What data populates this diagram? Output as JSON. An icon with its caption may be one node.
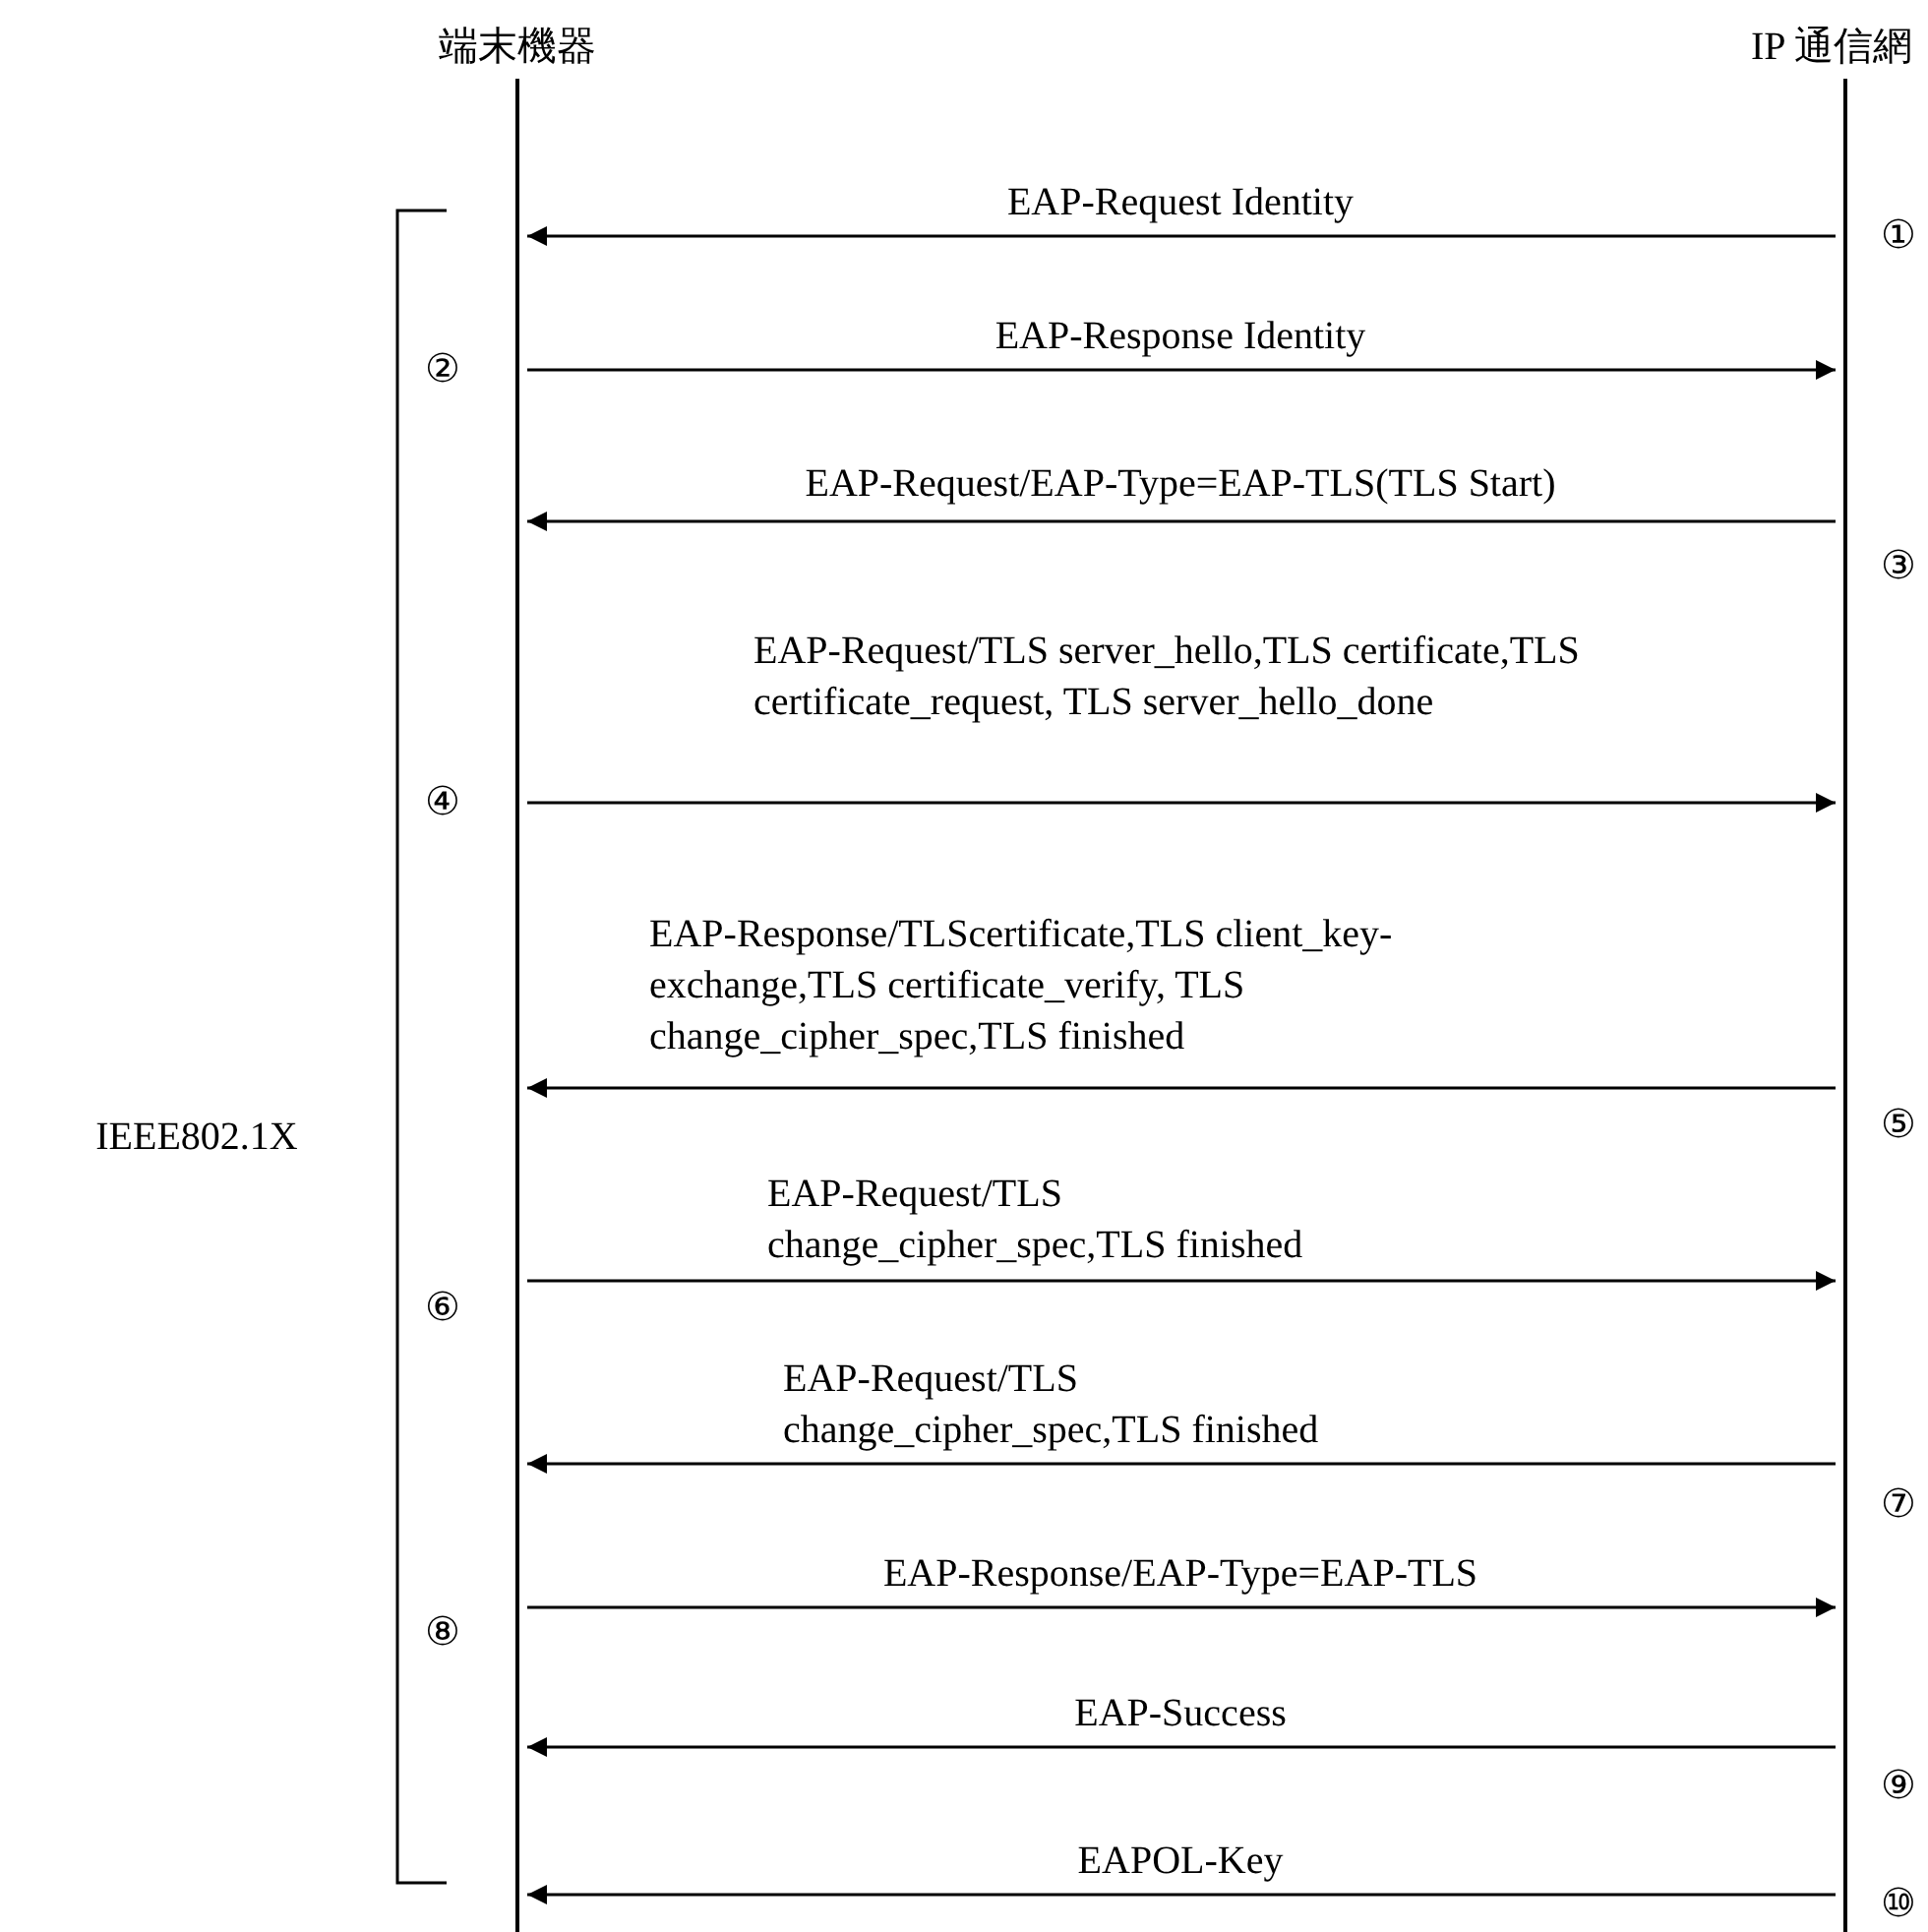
{
  "diagram": {
    "nodes": [
      {
        "text": [
          "端末機器"
        ]
      },
      {
        "text": [
          "IP 通信網"
        ]
      }
    ],
    "edges": [
      {
        "from": 1,
        "to": 0,
        "arrow": "to",
        "label": "EAP-Request Identity"
      },
      {
        "from": 0,
        "to": 1,
        "arrow": "to",
        "label": "EAP-Response Identity"
      },
      {
        "from": 1,
        "to": 0,
        "arrow": "to",
        "label": "EAP-Request/EAP-Type=EAP-TLS(TLS Start)"
      },
      {
        "from": 0,
        "to": 1,
        "arrow": "to",
        "label": "EAP-Request/TLS server_hello,TLS certificate,TLS certificate_request, TLS server_hello_done"
      },
      {
        "from": 1,
        "to": 0,
        "arrow": "to",
        "label": "EAP-Response/TLScertificate,TLS client_key-exchange,TLS certificate_verify, TLS change_cipher_spec,TLS finished"
      },
      {
        "from": 0,
        "to": 1,
        "arrow": "to",
        "label": "EAP-Request/TLS change_cipher_spec,TLS finished"
      },
      {
        "from": 1,
        "to": 0,
        "arrow": "to",
        "label": "EAP-Request/TLS change_cipher_spec,TLS finished"
      },
      {
        "from": 0,
        "to": 1,
        "arrow": "to",
        "label": "EAP-Response/EAP-Type=EAP-TLS"
      },
      {
        "from": 1,
        "to": 0,
        "arrow": "to",
        "label": "EAP-Success"
      },
      {
        "from": 1,
        "to": 0,
        "arrow": "to",
        "label": "EAPOL-Key"
      }
    ],
    "labels": [
      "①",
      "②",
      "③",
      "④",
      "⑤",
      "IEEE802.1X",
      "⑥",
      "⑦",
      "⑧",
      "⑨",
      "⑩"
    ]
  }
}
